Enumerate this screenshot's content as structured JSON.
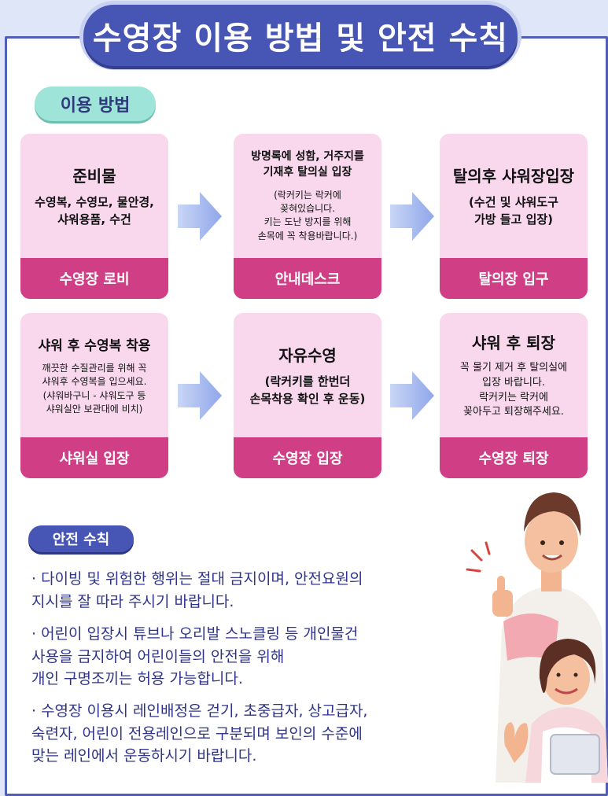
{
  "title": "수영장 이용 방법 및 안전 수칙",
  "usage_label": "이용 방법",
  "steps": [
    {
      "heading": "준비물",
      "detail": "수영복, 수영모, 물안경,\n샤워용품, 수건",
      "place": "수영장 로비"
    },
    {
      "heading": "방명록에 성함, 거주지를\n기재후 탈의실 입장",
      "detail": "(락커키는 락커에\n꽂혀있습니다.\n키는 도난 방지를 위해\n손목에 꼭 착용바랍니다.)",
      "place": "안내데스크"
    },
    {
      "heading": "탈의후 샤워장입장",
      "detail": "(수건 및 샤워도구\n가방 들고 입장)",
      "place": "탈의장 입구"
    },
    {
      "heading": "샤워 후 수영복 착용",
      "detail": "깨끗한 수질관리를 위해 꼭\n샤워후 수영복을 입으세요.\n(샤워바구니 - 샤워도구 등\n샤워실안 보관대에 비치)",
      "place": "샤워실 입장"
    },
    {
      "heading": "자유수영",
      "detail": "(락커키를 한번더\n손목착용 확인 후 운동)",
      "place": "수영장 입장"
    },
    {
      "heading": "샤워 후 퇴장",
      "detail": "꼭 물기 제거 후 탈의실에\n입장 바랍니다.\n락커키는 락커에\n꽂아두고 퇴장해주세요.",
      "place": "수영장 퇴장"
    }
  ],
  "safety_label": "안전 수칙",
  "safety_rules": [
    "·  다이빙 및 위험한 행위는 절대 금지이며, 안전요원의\n  지시를 잘 따라 주시기 바랍니다.",
    "·  어린이 입장시 튜브나 오리발 스노클링 등 개인물건\n사용을 금지하여 어린이들의 안전을 위해\n  개인 구명조끼는 허용 가능합니다.",
    "·  수영장 이용시 레인배정은 걷기, 초중급자, 상고급자,\n  숙련자, 어린이 전용레인으로 구분되며 보인의 수준에\n  맞는 레인에서 운동하시기 바랍니다."
  ],
  "colors": {
    "brand_navy": "#4755b5",
    "card_pink": "#f9d8ee",
    "footer_magenta": "#d03f86",
    "mint": "#9fe4d8",
    "rule_text": "#2f3488"
  }
}
